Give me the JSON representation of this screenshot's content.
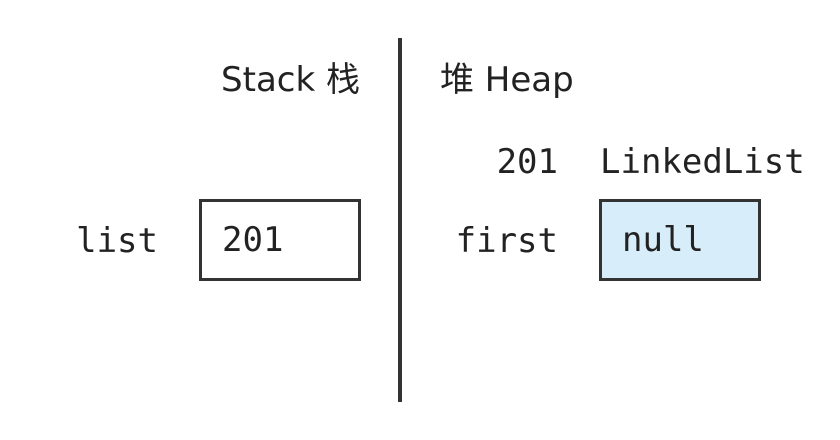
{
  "stack": {
    "title": "Stack 栈",
    "variable_name": "list",
    "variable_value": "201"
  },
  "heap": {
    "title": "堆 Heap",
    "object_address": "201",
    "object_type": "LinkedList",
    "field_name": "first",
    "field_value": "null"
  },
  "colors": {
    "line": "#333333",
    "text": "#222222",
    "highlight_fill": "#d7eefa"
  }
}
